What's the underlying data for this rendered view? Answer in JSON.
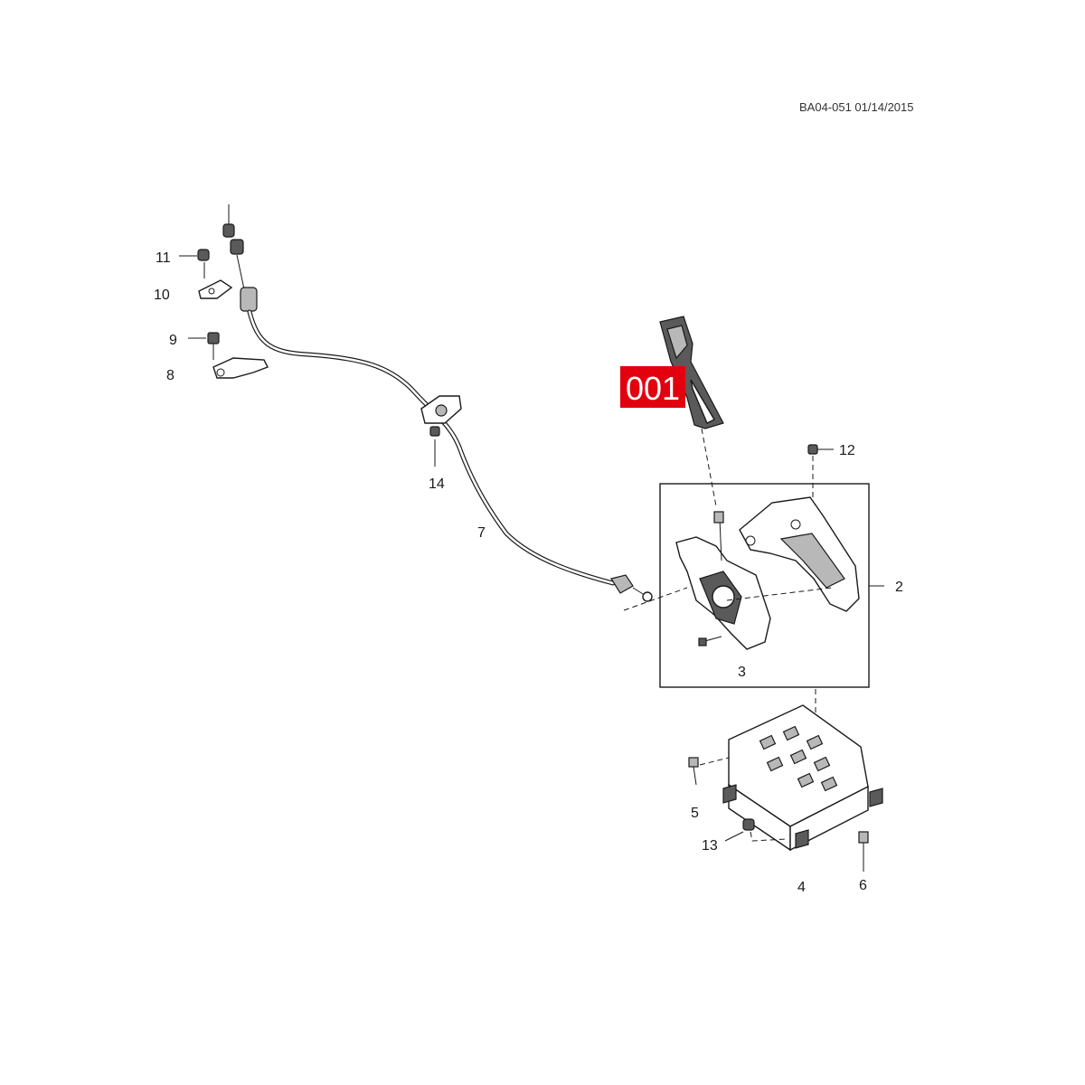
{
  "document": {
    "id_date": "BA04-051 01/14/2015"
  },
  "callout": {
    "text": "001",
    "color": "#e3000f"
  },
  "labels": {
    "l1": "2",
    "l2": "3",
    "l3": "4",
    "l4": "5",
    "l5": "6",
    "l6": "7",
    "l7": "8",
    "l8": "9",
    "l9": "10",
    "l10": "11",
    "l11": "12",
    "l12": "13",
    "l13": "14"
  }
}
